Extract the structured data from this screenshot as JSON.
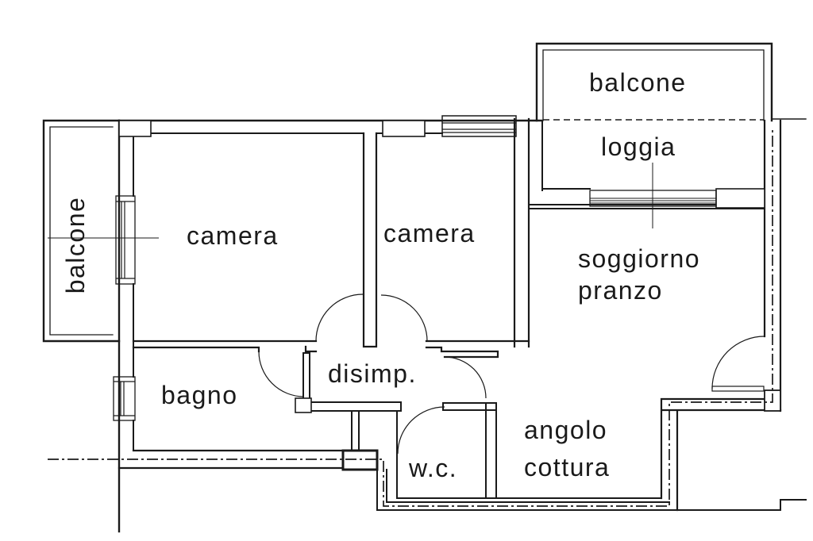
{
  "plan": {
    "background_color": "#ffffff",
    "line_color": "#1a1a1a",
    "rooms": {
      "balcone_left": "balcone",
      "camera_1": "camera",
      "camera_2": "camera",
      "balcone_top": "balcone",
      "loggia": "loggia",
      "soggiorno_line1": "soggiorno",
      "soggiorno_line2": "pranzo",
      "bagno": "bagno",
      "disimpegno": "disimp.",
      "wc": "w.c.",
      "angolo_line1": "angolo",
      "angolo_line2": "cottura"
    }
  }
}
